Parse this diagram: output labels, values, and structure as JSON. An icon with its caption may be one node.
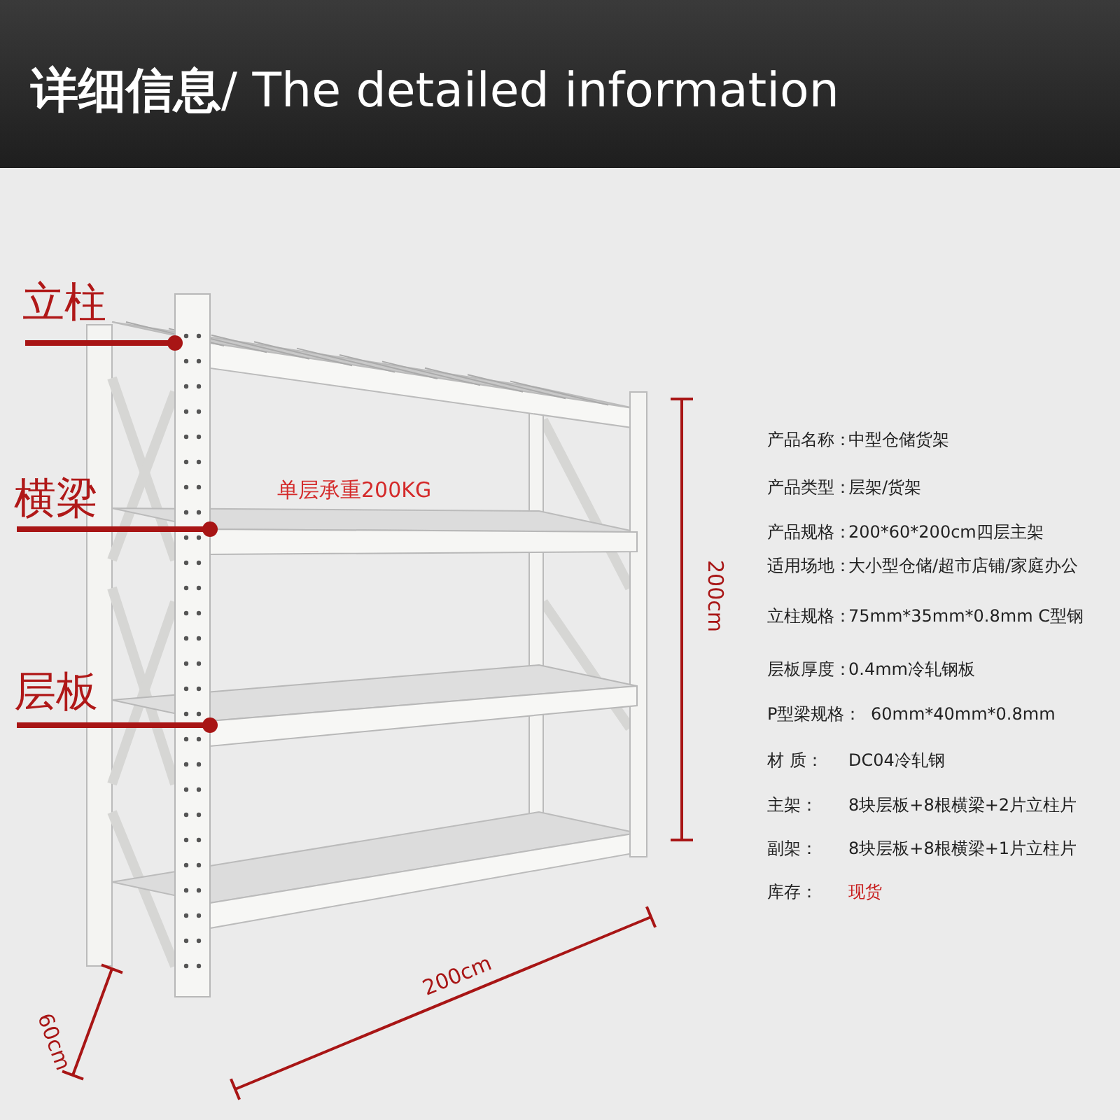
{
  "diagram": {
    "title": "**详细信息**/ The detailed information",
    "nodes": [
      {
        "text": [
          "立柱"
        ]
      },
      {
        "text": [],
        "shape": "bar"
      },
      {
        "text": [
          "横梁"
        ]
      },
      {
        "text": [],
        "shape": "bar"
      },
      {
        "text": [
          "层板"
        ]
      },
      {
        "text": [],
        "shape": "box"
      }
    ],
    "edges": [
      {
        "from": 0,
        "to": 1,
        "arrow": "other"
      },
      {
        "from": 2,
        "to": 3,
        "arrow": "other"
      },
      {
        "from": 4,
        "to": 5,
        "arrow": "other"
      }
    ],
    "labels": [
      "单层承重200KG",
      "200cm",
      "60cm",
      "200cm",
      "产品名称：",
      "中型仓储货架",
      "产品类型：",
      "层架/货架",
      "产品规格：",
      "200*60*200cm四层主架",
      "适用场地：",
      "大小型仓储/超市店铺/家庭办公",
      "立柱规格：",
      "75mm*35mm*0.8mm C型钢",
      "层板厚度：",
      "0.4mm冷轧钢板",
      "P型梁规格：",
      "60mm*40mm*0.8mm",
      "材 质：",
      "DC04冷轧钢",
      "主架：",
      "8块层板+8根横梁+2片立柱片",
      "副架：",
      "8块层板+8根横梁+1片立柱片",
      "库存：",
      "现货"
    ]
  }
}
